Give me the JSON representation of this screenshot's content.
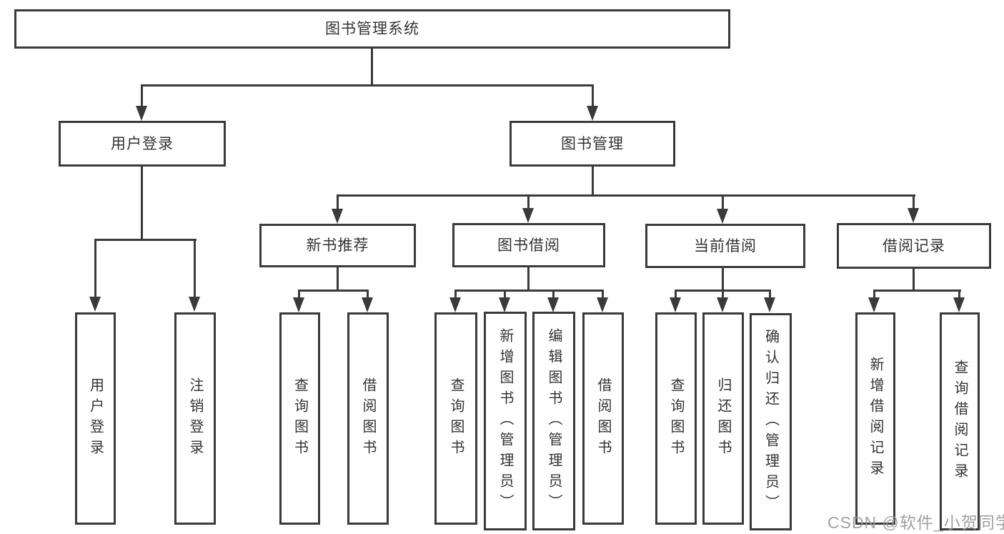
{
  "root": {
    "label": "图书管理系统"
  },
  "level2": {
    "user_login": {
      "label": "用户登录"
    },
    "book_management": {
      "label": "图书管理"
    }
  },
  "level3": {
    "new_books": {
      "label": "新书推荐"
    },
    "book_borrow": {
      "label": "图书借阅"
    },
    "current_borrow": {
      "label": "当前借阅"
    },
    "borrow_records": {
      "label": "借阅记录"
    }
  },
  "leaves": {
    "user_login": [
      "用户登录",
      "注销登录"
    ],
    "new_books": [
      "查询图书",
      "借阅图书"
    ],
    "book_borrow": [
      "查询图书",
      "新增图书（管理员）",
      "编辑图书（管理员）",
      "借阅图书"
    ],
    "current_borrow": [
      "查询图书",
      "归还图书",
      "确认归还（管理员）"
    ],
    "borrow_records": [
      "新增借阅记录",
      "查询借阅记录"
    ]
  },
  "watermark": "CSDN @软件_小贺同学",
  "colors": {
    "line": "#3a3a3a",
    "text": "#333333",
    "watermark": "#9a9a9a",
    "background": "#ffffff"
  }
}
